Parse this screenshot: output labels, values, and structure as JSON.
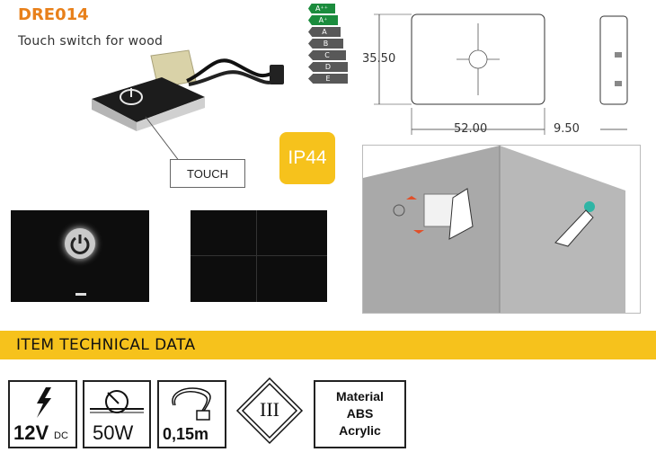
{
  "product": {
    "code": "DRE014",
    "description": "Touch switch for wood"
  },
  "energy_classes": [
    {
      "label": "A⁺⁺",
      "color": "#1b8c3d"
    },
    {
      "label": "A⁺",
      "color": "#1b8c3d"
    },
    {
      "label": "A",
      "color": "#585858"
    },
    {
      "label": "B",
      "color": "#585858"
    },
    {
      "label": "C",
      "color": "#585858"
    },
    {
      "label": "D",
      "color": "#585858"
    },
    {
      "label": "E",
      "color": "#585858"
    }
  ],
  "callout": {
    "touch_label": "TOUCH"
  },
  "ip_rating": "IP44",
  "dimensions": {
    "height": "35.50",
    "width": "52.00",
    "depth": "9.50"
  },
  "section_title": "ITEM TECHNICAL DATA",
  "specs": {
    "voltage": "12V",
    "voltage_unit": "DC",
    "power": "50W",
    "cable_length": "0,15m",
    "protection_class": "III",
    "material_heading": "Material",
    "material_1": "ABS",
    "material_2": "Acrylic"
  },
  "colors": {
    "accent": "#f6c21c",
    "brand": "#e8801a",
    "led_arrow": "#e0502a"
  }
}
